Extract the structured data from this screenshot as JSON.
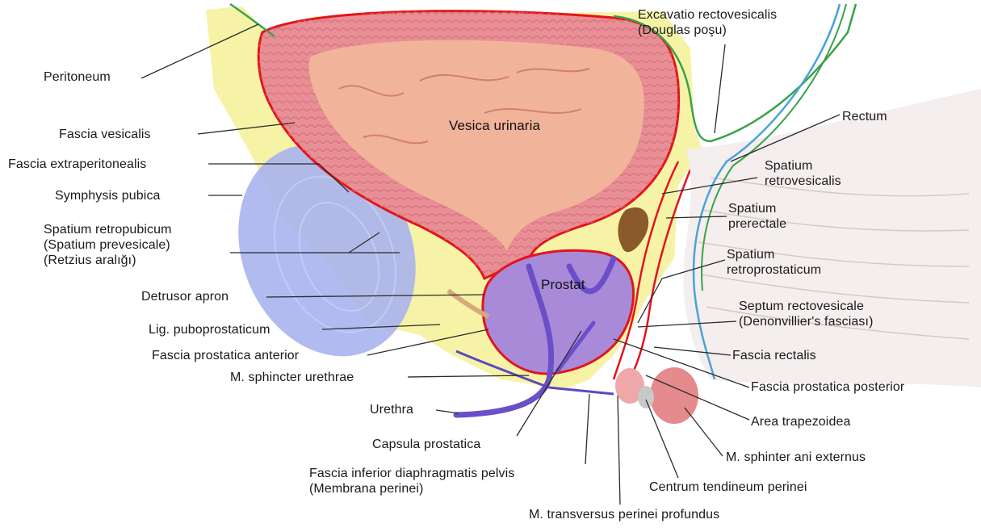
{
  "diagram": {
    "labels": {
      "peritoneum": "Peritoneum",
      "fascia_vesicalis": "Fascia vesicalis",
      "fascia_extraperitonealis": "Fascia extraperitonealis",
      "symphysis_pubica": "Symphysis pubica",
      "spatium_retropubicum": [
        "Spatium retropubicum",
        "(Spatium prevesicale)",
        "(Retzius aralığı)"
      ],
      "detrusor_apron": "Detrusor apron",
      "lig_puboprostaticum": "Lig. puboprostaticum",
      "fascia_prostatica_anterior": "Fascia prostatica anterior",
      "m_sphincter_urethrae": "M. sphincter urethrae",
      "urethra": "Urethra",
      "capsula_prostatica": "Capsula prostatica",
      "fascia_inferior_diaphragmatis": [
        "Fascia inferior diaphragmatis pelvis",
        "(Membrana perinei)"
      ],
      "m_transversus_perinei": "M. transversus perinei profundus",
      "centrum_tendineum": "Centrum tendineum perinei",
      "m_sphinter_ani": "M. sphinter ani externus",
      "area_trapezoidea": "Area trapezoidea",
      "fascia_prostatica_posterior": "Fascia prostatica posterior",
      "fascia_rectalis": "Fascia rectalis",
      "septum_rectovesicale": [
        "Septum rectovesicale",
        "(Denonvillier's fasciası)"
      ],
      "spatium_retroprostaticum": [
        "Spatium",
        "retroprostaticum"
      ],
      "spatium_prerectale": [
        "Spatium",
        "prerectale"
      ],
      "spatium_retrovesicalis": [
        "Spatium",
        "retrovesicalis"
      ],
      "rectum": "Rectum",
      "excavatio": [
        "Excavatio rectovesicalis",
        "(Douglas poşu)"
      ],
      "vesica_urinaria": "Vesica urinaria",
      "prostat": "Prostat"
    },
    "colors": {
      "fat_yellow": "#f7f3a6",
      "bladder_wall": "#e88f95",
      "bladder_lumen": "#f2b39b",
      "fascia_red": "#e3141c",
      "prostate": "#a98ad9",
      "urethra": "#6a4fc8",
      "symphysis": "#a8b4ee",
      "peritoneum_green": "#3aa24a",
      "rectal_blue": "#4aa3d8",
      "leader": "#2b2b2b"
    }
  }
}
